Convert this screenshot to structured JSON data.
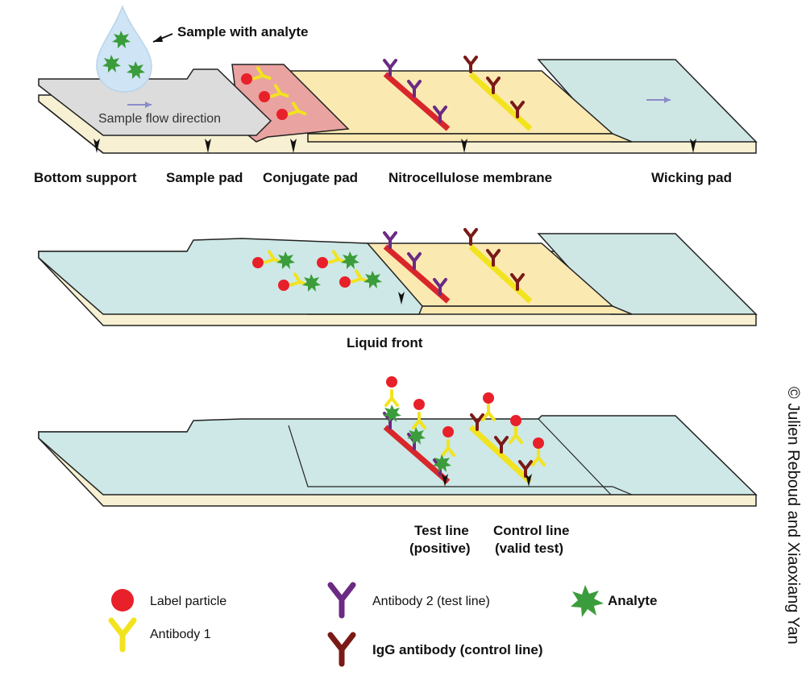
{
  "labels": {
    "sample_with_analyte": "Sample with analyte",
    "sample_flow_direction": "Sample flow direction",
    "bottom_support": "Bottom support",
    "sample_pad": "Sample pad",
    "conjugate_pad": "Conjugate pad",
    "nitrocellulose_membrane": "Nitrocellulose membrane",
    "wicking_pad": "Wicking pad",
    "liquid_front": "Liquid front",
    "test_line_1": "Test line",
    "test_line_2": "(positive)",
    "control_line_1": "Control line",
    "control_line_2": "(valid test)"
  },
  "legend": {
    "label_particle": "Label particle",
    "antibody_1": "Antibody 1",
    "antibody_2": "Antibody 2 (test line)",
    "igg_antibody": "IgG antibody (control line)",
    "analyte": "Analyte"
  },
  "credit": "© Julien Reboud and Xiaoxiang Yan",
  "colors": {
    "sample_pad": "#dcdcdc",
    "conjugate_pad": "#e9a3a0",
    "membrane": "#fbe9b2",
    "wicking_pad": "#cfe7e4",
    "wet": "#cde8e6",
    "bottom_support": "#f7f0d2",
    "label_particle": "#e8202a",
    "antibody_1": "#f2e31f",
    "antibody_2": "#6b2a83",
    "igg": "#7a1a17",
    "analyte": "#3b9c3b",
    "test_line": "#d8262a",
    "control_line": "#f2e31f"
  }
}
